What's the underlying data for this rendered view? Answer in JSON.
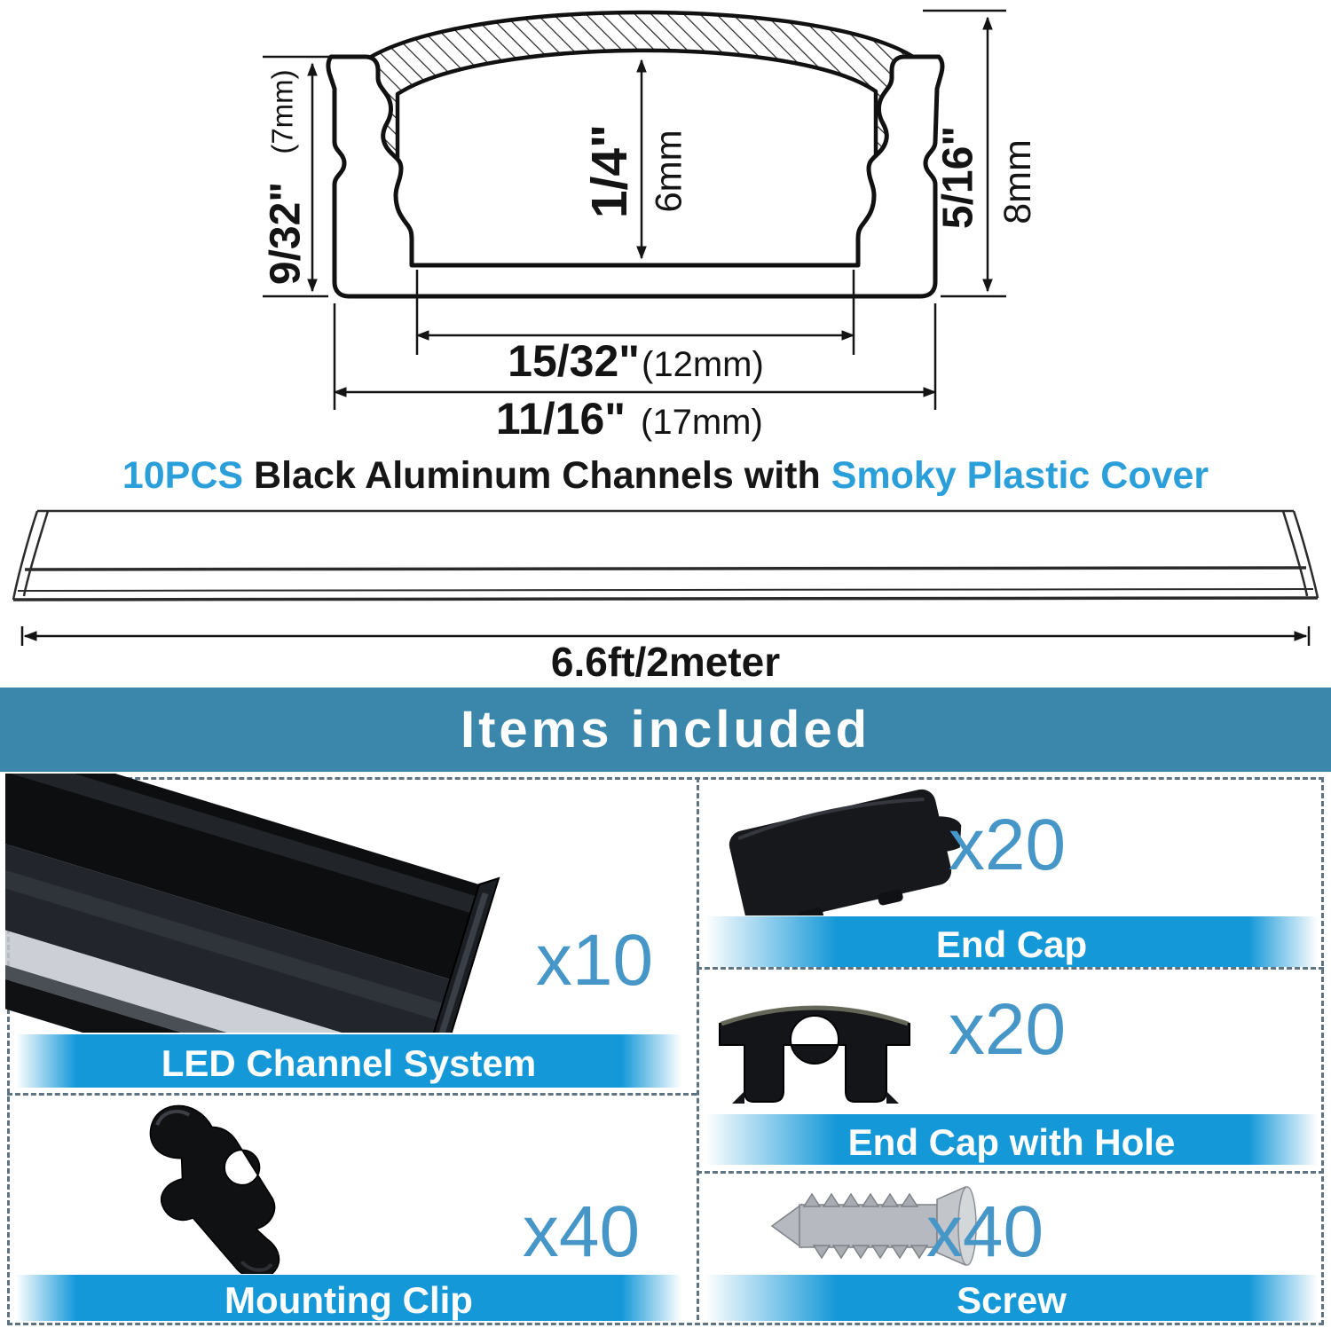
{
  "banner": {
    "count_prefix": "10PCS",
    "title_middle": " Black Aluminum Channels with ",
    "title_highlight": "Smoky Plastic Cover",
    "bar_length": "6.6ft/2meter"
  },
  "diagram": {
    "height_left": {
      "primary": "9/32\"",
      "secondary": "(7mm)"
    },
    "inner_height": {
      "primary": "1/4\"",
      "secondary": "6mm"
    },
    "height_right": {
      "primary": "5/16\"",
      "secondary": "8mm"
    },
    "inner_width": {
      "primary": "15/32\"",
      "secondary": "(12mm)"
    },
    "outer_width": {
      "primary": "11/16\"",
      "secondary": "(17mm)"
    }
  },
  "items": {
    "header": "Items included",
    "cells": [
      {
        "label": "LED Channel System",
        "count": "x10"
      },
      {
        "label": "End Cap",
        "count": "x20"
      },
      {
        "label": "End Cap with Hole",
        "count": "x20"
      },
      {
        "label": "Mounting Clip",
        "count": "x40"
      },
      {
        "label": "Screw",
        "count": "x40"
      }
    ]
  },
  "colors": {
    "accent_blue": "#2b9fda",
    "count_blue": "#4696c8",
    "header_band": "#3b87ab",
    "label_band": "#1598d8",
    "line_black": "#141414",
    "dash_gray": "#5f7482"
  }
}
